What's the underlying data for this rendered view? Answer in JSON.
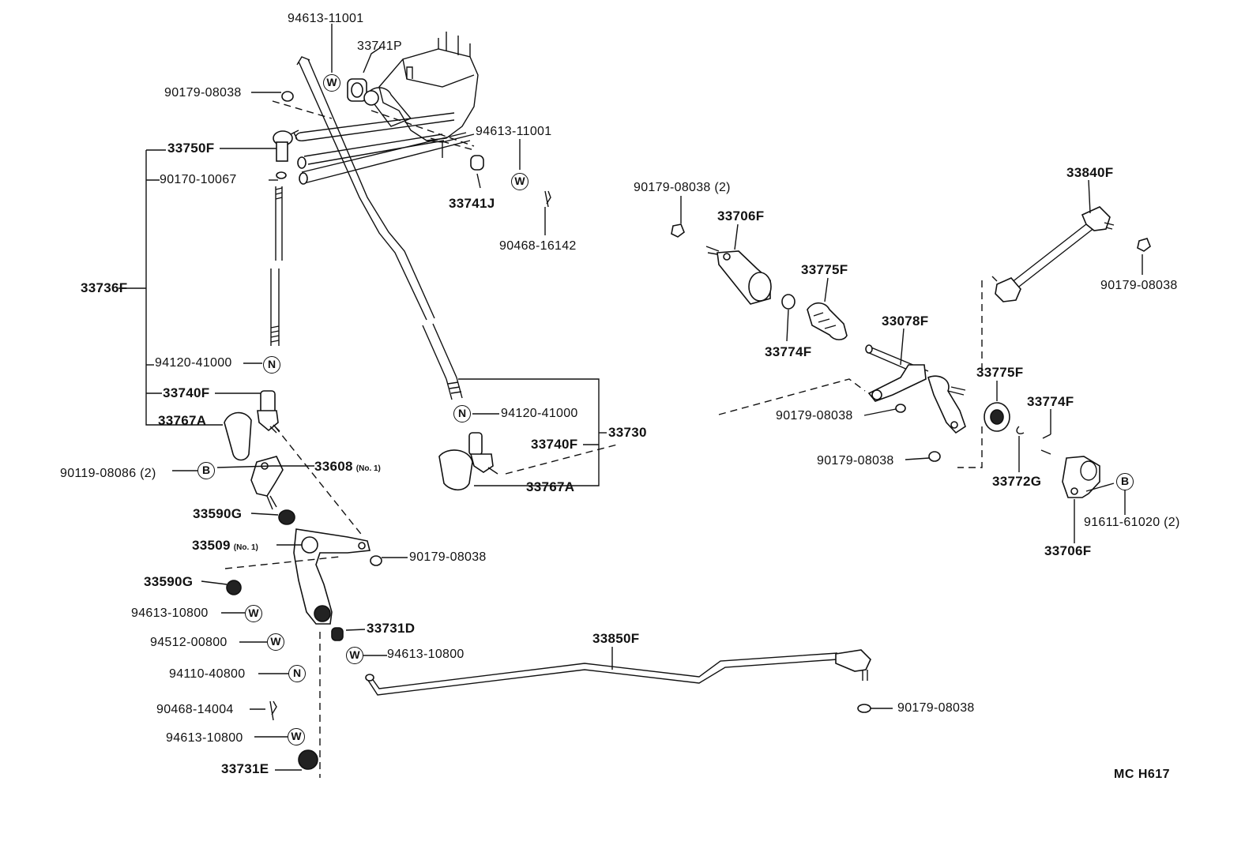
{
  "labels": {
    "p94613_11001_top": "94613-11001",
    "p33741P": "33741P",
    "p90179_08038_tl": "90179-08038",
    "p94613_11001_mid": "94613-11001",
    "p33750F": "33750F",
    "p90170_10067": "90170-10067",
    "p33741J": "33741J",
    "p90468_16142": "90468-16142",
    "p33736F": "33736F",
    "p94120_41000_l": "94120-41000",
    "p33740F_l": "33740F",
    "p33767A_l": "33767A",
    "p90119_08086": "90119-08086 (2)",
    "p33608": "33608",
    "p33608_sub": "(No. 1)",
    "p33590G_top": "33590G",
    "p33509": "33509",
    "p33509_sub": "(No. 1)",
    "p90179_08038_mid": "90179-08038",
    "p33590G_bot": "33590G",
    "p94613_10800_a": "94613-10800",
    "p94512_00800": "94512-00800",
    "p33731D": "33731D",
    "p94613_10800_b": "94613-10800",
    "p94110_40800": "94110-40800",
    "p90468_14004": "90468-14004",
    "p94613_10800_c": "94613-10800",
    "p33731E": "33731E",
    "p94120_41000_r": "94120-41000",
    "p33730": "33730",
    "p33740F_r": "33740F",
    "p33767A_r": "33767A",
    "p33850F": "33850F",
    "p90179_08038_bot": "90179-08038",
    "p90179_08038_2": "90179-08038 (2)",
    "p33706F_top": "33706F",
    "p33775F_top": "33775F",
    "p33774F_top": "33774F",
    "p33078F": "33078F",
    "p90179_08038_c1": "90179-08038",
    "p90179_08038_c2": "90179-08038",
    "p33840F": "33840F",
    "p90179_08038_r": "90179-08038",
    "p33775F_r": "33775F",
    "p33774F_r": "33774F",
    "p33772G": "33772G",
    "p91611_61020": "91611-61020 (2)",
    "p33706F_bot": "33706F",
    "diagram_code": "MC H617"
  },
  "symbols": {
    "washer": "W",
    "nut": "N",
    "bolt": "B"
  }
}
